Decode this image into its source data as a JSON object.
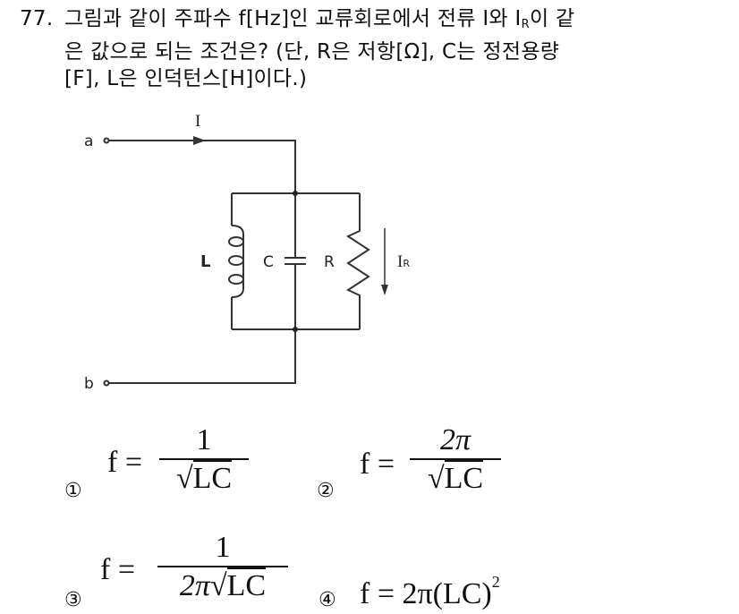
{
  "question": {
    "number": "77.",
    "line1_before": "그림과 같이 주파수 f[Hz]인 교류회로에서 전류 I와 I",
    "line1_sub": "R",
    "line1_after": "이 같",
    "line2": "은 값으로 되는 조건은? (단, R은 저항[Ω], C는 정전용량",
    "line3": "[F], L은 인덕턴스[H]이다.)"
  },
  "circuit": {
    "terminal_a": "a",
    "terminal_b": "b",
    "current_label": "I",
    "inductor_label": "L",
    "capacitor_label": "C",
    "resistor_label": "R",
    "resistor_current_main": "I",
    "resistor_current_sub": "R"
  },
  "choices": [
    {
      "marker": "①",
      "lhs": "f =",
      "numerator": "1",
      "denominator_prefix": "",
      "denominator_root": "LC"
    },
    {
      "marker": "②",
      "lhs": "f =",
      "numerator": "2π",
      "denominator_prefix": "",
      "denominator_root": "LC"
    },
    {
      "marker": "③",
      "lhs": "f =",
      "numerator": "1",
      "denominator_prefix": "2π",
      "denominator_root": "LC"
    },
    {
      "marker": "④",
      "lhs": "f = 2π(LC)",
      "exponent": "2"
    }
  ]
}
